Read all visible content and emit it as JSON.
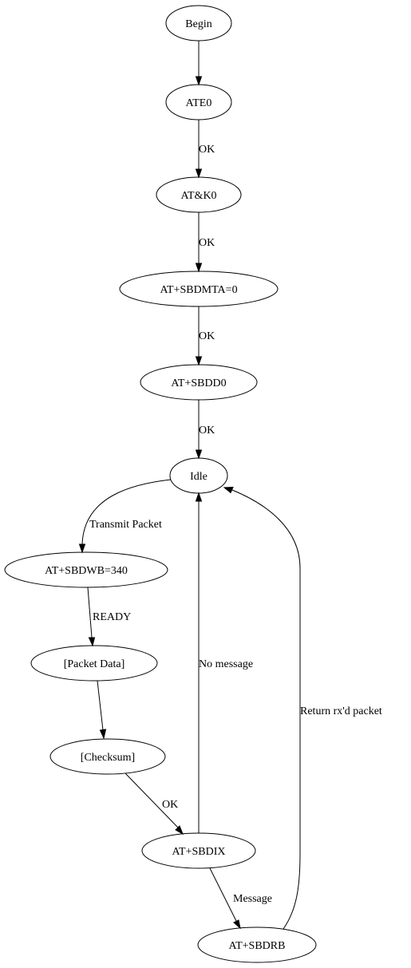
{
  "nodes": {
    "begin": "Begin",
    "ate0": "ATE0",
    "atk0": "AT&K0",
    "sbdmta": "AT+SBDMTA=0",
    "sbdd0": "AT+SBDD0",
    "idle": "Idle",
    "sbdwb": "AT+SBDWB=340",
    "packet_data": "[Packet Data]",
    "checksum": "[Checksum]",
    "sbdix": "AT+SBDIX",
    "sbdrb": "AT+SBDRB"
  },
  "edges": {
    "ate0_to_atk0": "OK",
    "atk0_to_sbdmta": "OK",
    "sbdmta_to_sbdd0": "OK",
    "sbdd0_to_idle": "OK",
    "idle_to_sbdwb": "Transmit Packet",
    "sbdwb_to_packet": "READY",
    "checksum_to_sbdix": "OK",
    "sbdix_to_idle": "No message",
    "sbdix_to_sbdrb": "Message",
    "sbdrb_to_idle": "Return rx'd packet"
  }
}
